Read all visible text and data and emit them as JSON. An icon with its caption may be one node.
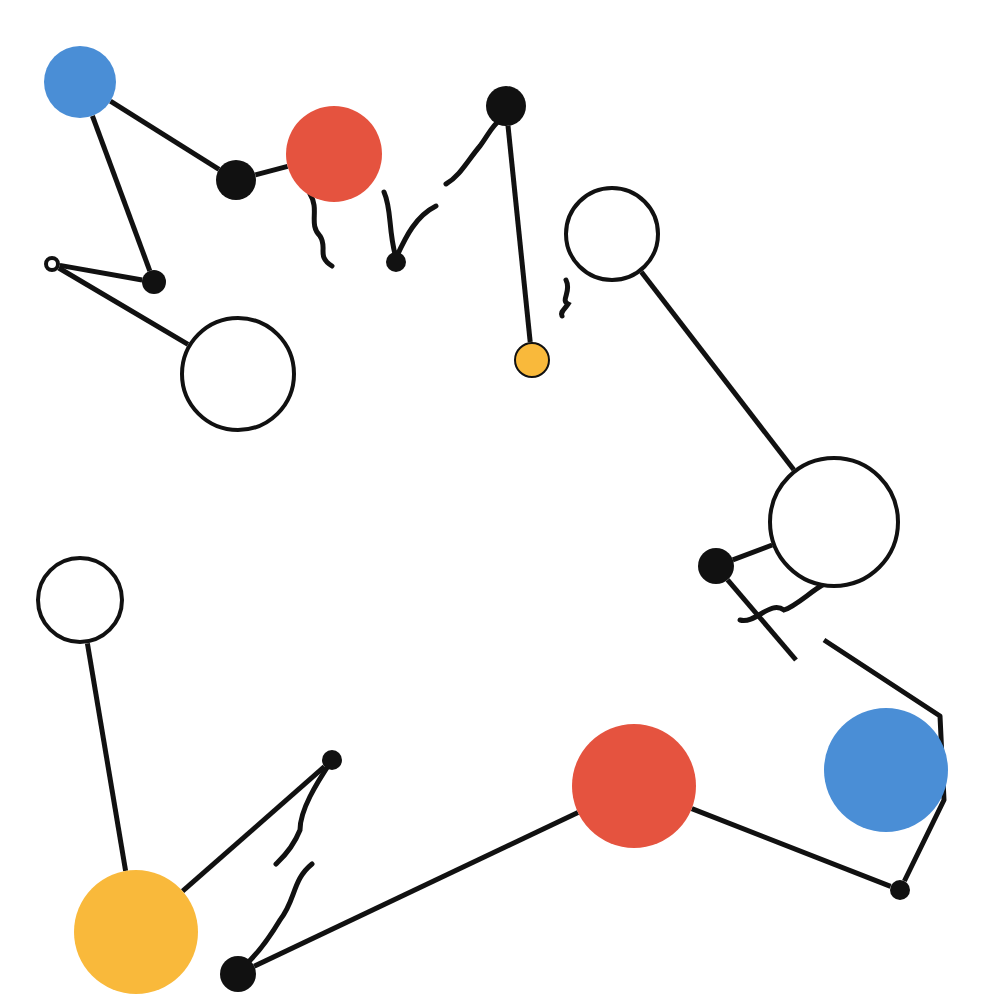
{
  "diagram": {
    "nodes": [
      {
        "text": [],
        "shape": "circle"
      },
      {
        "text": [],
        "shape": "circle"
      },
      {
        "text": [],
        "shape": "circle"
      },
      {
        "text": [],
        "shape": "circle"
      },
      {
        "text": [],
        "shape": "circle"
      },
      {
        "text": [],
        "shape": "circle"
      },
      {
        "text": [],
        "shape": "circle"
      },
      {
        "text": [],
        "shape": "circle"
      },
      {
        "text": [],
        "shape": "circle"
      },
      {
        "text": [],
        "shape": "circle"
      },
      {
        "text": [],
        "shape": "circle"
      },
      {
        "text": [],
        "shape": "circle"
      },
      {
        "text": [],
        "shape": "circle"
      },
      {
        "text": [],
        "shape": "circle"
      },
      {
        "text": [],
        "shape": "circle"
      },
      {
        "text": [],
        "shape": "circle"
      },
      {
        "text": [],
        "shape": "circle"
      },
      {
        "text": [],
        "shape": "circle"
      },
      {
        "text": [],
        "shape": "circle"
      }
    ],
    "edges": [
      {
        "from": 0,
        "to": 2,
        "arrow": "none"
      },
      {
        "from": 2,
        "to": 3,
        "arrow": "none"
      },
      {
        "from": 0,
        "to": 6,
        "arrow": "none"
      },
      {
        "from": 5,
        "to": 6,
        "arrow": "none"
      },
      {
        "from": 5,
        "to": 9,
        "arrow": "none"
      },
      {
        "from": 1,
        "to": 8,
        "arrow": "none"
      },
      {
        "from": 4,
        "to": 10,
        "arrow": "none"
      },
      {
        "from": 11,
        "to": 10,
        "arrow": "none"
      },
      {
        "from": 11,
        "to": null,
        "arrow": "none"
      },
      {
        "from": null,
        "to": 16,
        "arrow": "none"
      },
      {
        "from": 12,
        "to": 17,
        "arrow": "none"
      },
      {
        "from": 13,
        "to": 17,
        "arrow": "none"
      },
      {
        "from": 18,
        "to": 14,
        "arrow": "none"
      },
      {
        "from": 14,
        "to": 16,
        "arrow": "none"
      }
    ]
  }
}
